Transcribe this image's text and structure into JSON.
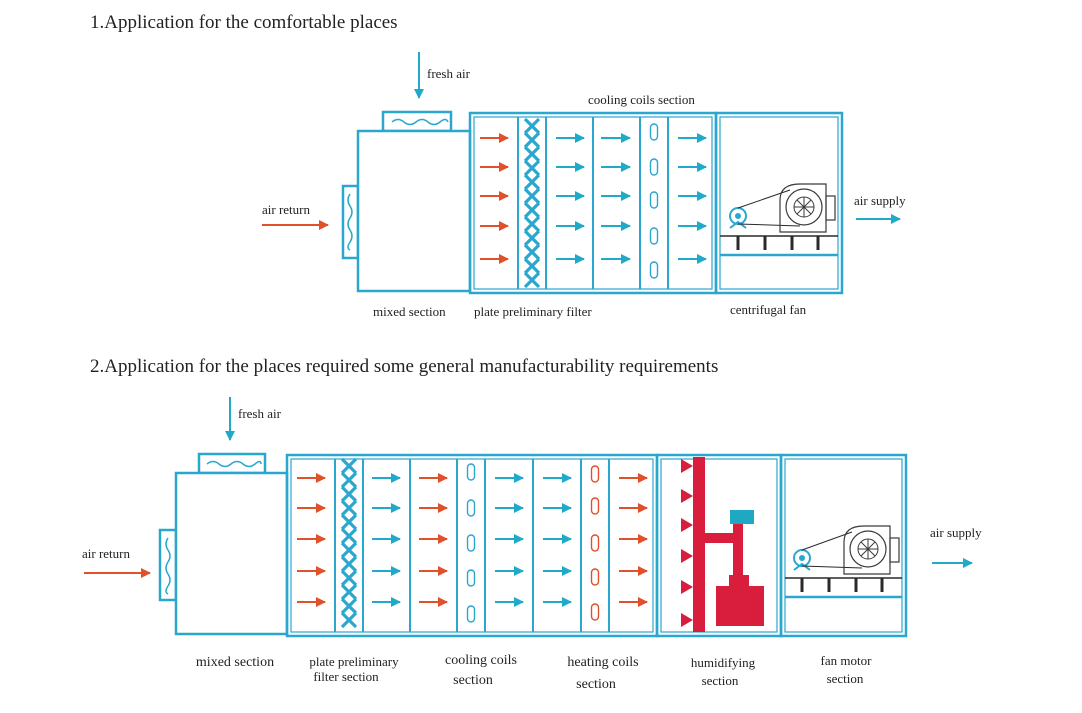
{
  "colors": {
    "outline": "#2aa7cf",
    "arrow_warm": "#e0502a",
    "arrow_cool": "#1faac9",
    "humidifier": "#d81e3c",
    "fan": "#3a3a3a"
  },
  "diagram1": {
    "title": "1.Application for the comfortable places",
    "fresh_air": "fresh air",
    "air_return": "air return",
    "air_supply": "air supply",
    "top_label": "cooling coils section",
    "bottom_labels": {
      "mixed": "mixed section",
      "filter": "plate preliminary filter",
      "fan": "centrifugal fan"
    }
  },
  "diagram2": {
    "title": "2.Application for the places required some  general manufacturability requirements",
    "fresh_air": "fresh air",
    "air_return": "air return",
    "air_supply": "air supply",
    "sections": [
      {
        "line1": "mixed section",
        "line2": ""
      },
      {
        "line1": "plate preliminary",
        "line2": "filter section"
      },
      {
        "line1": "cooling coils",
        "line2": "section"
      },
      {
        "line1": "heating coils",
        "line2": "section"
      },
      {
        "line1": "humidifying",
        "line2": "section"
      },
      {
        "line1": "fan motor",
        "line2": "section"
      }
    ]
  }
}
